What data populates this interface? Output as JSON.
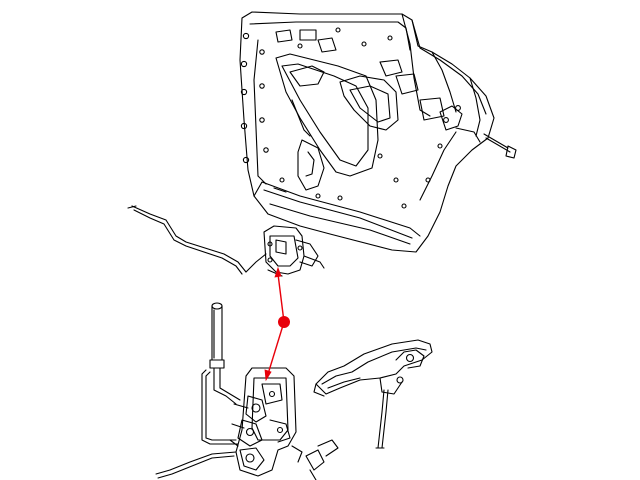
{
  "diagram": {
    "kind": "exploded-parts-illustration",
    "line_color": "#000000",
    "background_color": "#ffffff",
    "callout_color": "#e8000b",
    "parts": [
      "rear-door-inner-panel",
      "door-latch-installed",
      "lock-rod-cable",
      "door-latch-assembly",
      "lock-knob-rod",
      "exterior-door-handle",
      "handle-link-rod",
      "door-pin-bolt"
    ]
  }
}
